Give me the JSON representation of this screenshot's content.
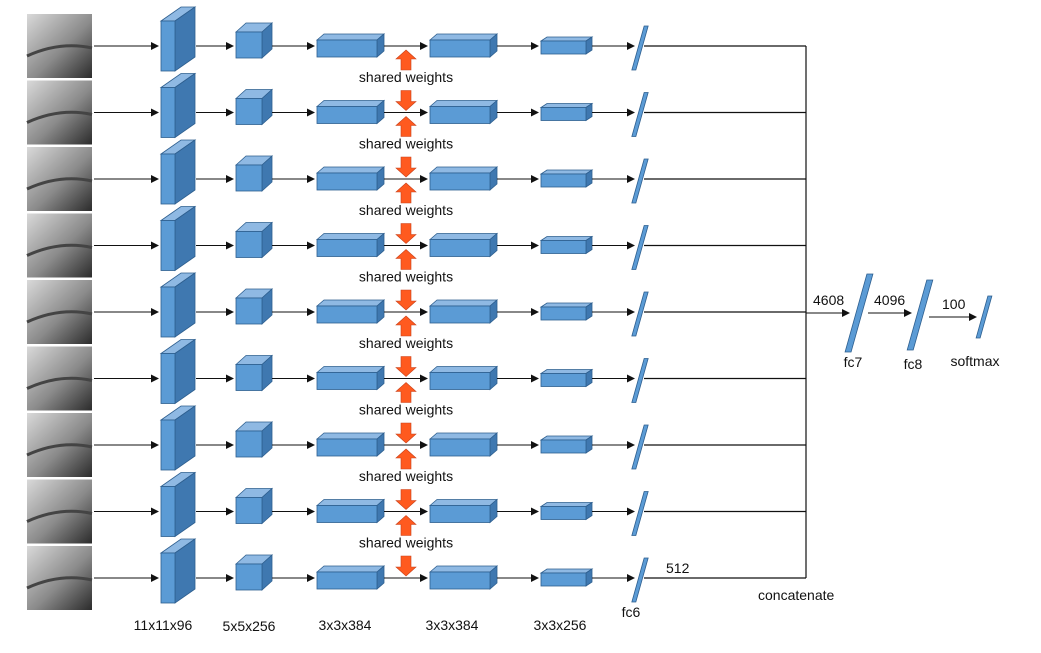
{
  "shared_label": "shared weights",
  "bottom_labels": {
    "conv1": "11x11x96",
    "conv2": "5x5x256",
    "conv3": "3x3x384",
    "conv4": "3x3x384",
    "conv5": "3x3x256",
    "fc6": "fc6",
    "concat": "concatenate"
  },
  "fc6_dim": "512",
  "fc7": {
    "label": "fc7",
    "dim": "4608"
  },
  "fc8": {
    "label": "fc8",
    "dim": "4096"
  },
  "softmax": {
    "label": "softmax",
    "dim": "100"
  },
  "num_patches": 9,
  "colors": {
    "block_front": "#5b9bd5",
    "block_top": "#8fb9e3",
    "block_side": "#3f78b0",
    "block_stroke": "#2e5f8f",
    "arrow_orange": "#ff5a1f",
    "line": "#111111"
  }
}
